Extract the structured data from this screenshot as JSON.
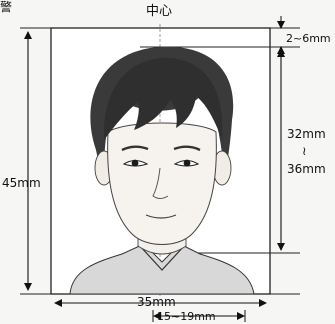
{
  "title": "中心",
  "corner_text": "警",
  "dimensions": {
    "top_margin": "2~6mm",
    "total_height": "45mm",
    "face_height_min": "32mm",
    "face_height_sep": "≀",
    "face_height_max": "36mm",
    "total_width": "35mm",
    "face_width": "15~19mm"
  }
}
